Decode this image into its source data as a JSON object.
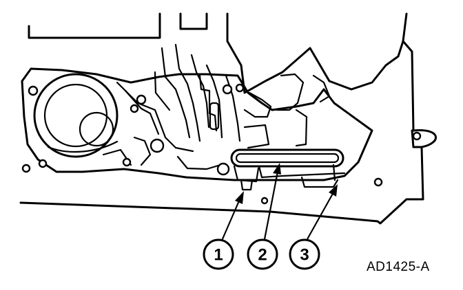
{
  "figure_id": "AD1425-A",
  "callouts": [
    {
      "label": "1"
    },
    {
      "label": "2"
    },
    {
      "label": "3"
    }
  ]
}
